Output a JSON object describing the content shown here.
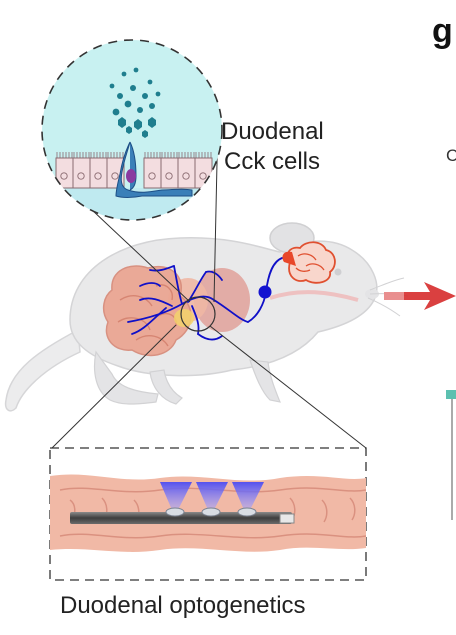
{
  "figure": {
    "panel_letter": "g",
    "labels": {
      "cells_line1": "Duodenal",
      "cells_line2": "Cck cells",
      "optogenetics": "Duodenal optogenetics",
      "right_edge_fragment": "C"
    },
    "colors": {
      "inset_fill": "#c8f1f1",
      "cell_fill": "#f3dde0",
      "cck_cell": "#3a7fb8",
      "granule": "#1f7e8e",
      "nerve": "#1010c8",
      "brain_outline": "#e05030",
      "arrow": "#d73030",
      "light_beam": "#6a6af0",
      "fiber": "#555555",
      "gut_tissue": "#f1b9a6",
      "mouse_body": "#e9e9ea",
      "viscera": "#e7a393",
      "teal_accent": "#5cc0b0"
    }
  }
}
